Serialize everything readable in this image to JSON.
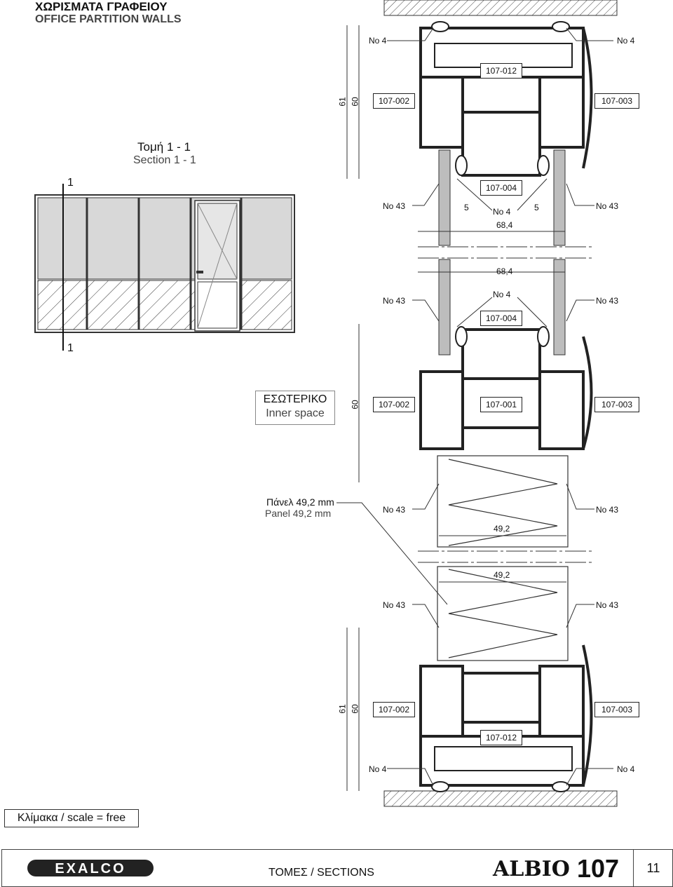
{
  "header": {
    "title_gr": "ΧΩΡΙΣΜΑΤΑ ΓΡΑΦΕΙΟΥ",
    "title_en": "OFFICE PARTITION WALLS"
  },
  "section": {
    "title_gr": "Τομή 1 - 1",
    "title_en": "Section 1 - 1",
    "marker": "1"
  },
  "inner_space": {
    "gr": "ΕΣΩΤΕΡΙΚΟ",
    "en": "Inner space"
  },
  "panel": {
    "gr": "Πάνελ 49,2 mm",
    "en": "Panel 49,2 mm"
  },
  "labels": {
    "no4": "No 4",
    "no43": "No 43",
    "p012": "107-012",
    "p002": "107-002",
    "p003": "107-003",
    "p004": "107-004",
    "p001": "107-001",
    "dim61": "61",
    "dim60": "60",
    "dim5": "5",
    "dim684": "68,4",
    "dim492": "49,2"
  },
  "scale": "Κλίμακα / scale  = free",
  "footer": {
    "brand": "EXALCO",
    "sections": "ΤΟΜΕΣ / SECTIONS",
    "series_brand": "ALBIO",
    "series_number": "107",
    "page": "11"
  }
}
